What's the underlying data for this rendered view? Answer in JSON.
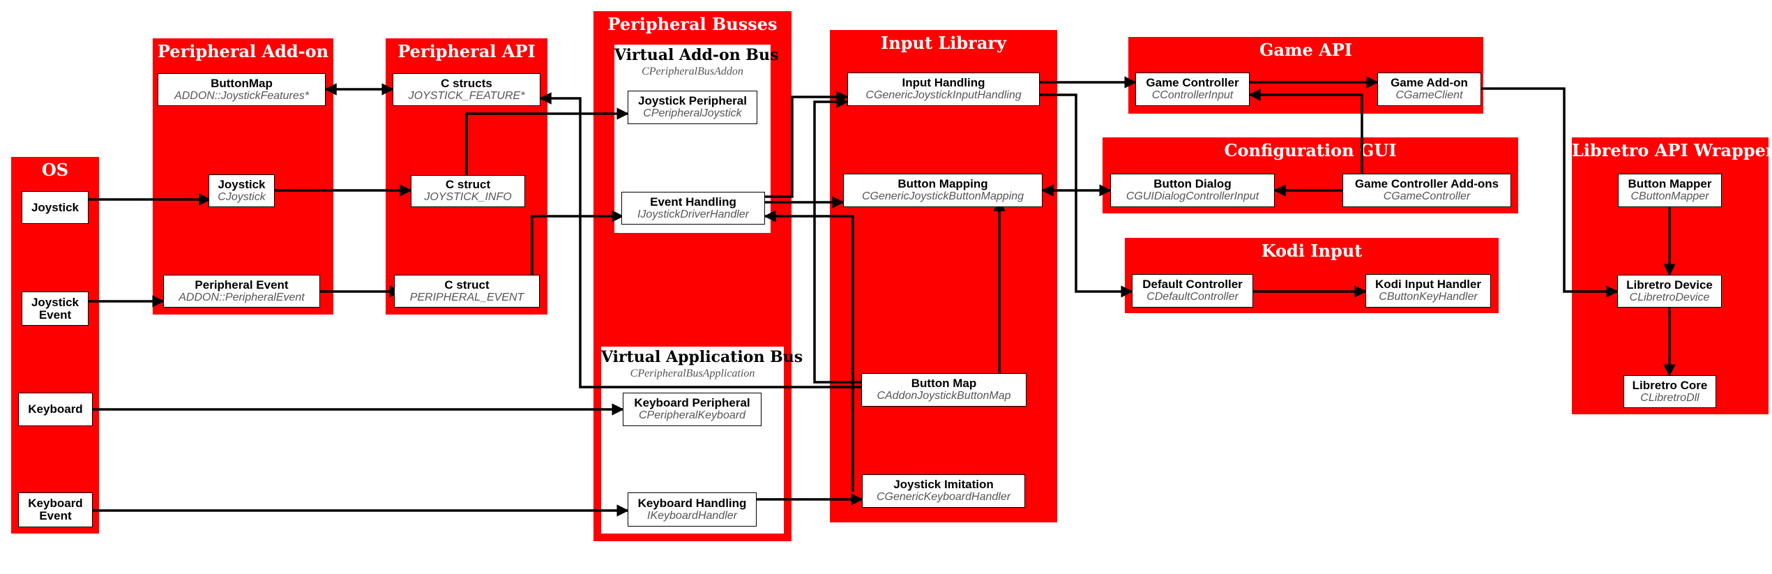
{
  "colors": {
    "cluster": "#ff0000",
    "edge": "#000000",
    "class_text": "#555555"
  },
  "clusters": {
    "os": "OS",
    "addon": "Peripheral Add-on",
    "papi": "Peripheral API",
    "busses": "Peripheral Busses",
    "input": "Input Library",
    "gameapi": "Game API",
    "config": "Configuration GUI",
    "kodi": "Kodi Input",
    "libretro": "Libretro API Wrapper"
  },
  "subclusters": {
    "vaddon": {
      "title": "Virtual Add-on Bus",
      "subtitle": "CPeripheralBusAddon"
    },
    "vapp": {
      "title": "Virtual Application Bus",
      "subtitle": "CPeripheralBusApplication"
    }
  },
  "nodes": {
    "os_joystick": {
      "title": "Joystick",
      "cls": ""
    },
    "os_joystick_event": {
      "title": "Joystick\nEvent",
      "cls": ""
    },
    "os_keyboard": {
      "title": "Keyboard",
      "cls": ""
    },
    "os_keyboard_event": {
      "title": "Keyboard\nEvent",
      "cls": ""
    },
    "addon_buttonmap": {
      "title": "ButtonMap",
      "cls": "ADDON::JoystickFeatures*"
    },
    "addon_joystick": {
      "title": "Joystick",
      "cls": "CJoystick"
    },
    "addon_periph_event": {
      "title": "Peripheral Event",
      "cls": "ADDON::PeripheralEvent"
    },
    "papi_cstructs": {
      "title": "C structs",
      "cls": "JOYSTICK_FEATURE*"
    },
    "papi_cstruct_info": {
      "title": "C struct",
      "cls": "JOYSTICK_INFO"
    },
    "papi_cstruct_event": {
      "title": "C struct",
      "cls": "PERIPHERAL_EVENT"
    },
    "bus_joystick_periph": {
      "title": "Joystick Peripheral",
      "cls": "CPeripheralJoystick"
    },
    "bus_event_handling": {
      "title": "Event Handling",
      "cls": "IJoystickDriverHandler"
    },
    "bus_keyboard_periph": {
      "title": "Keyboard Peripheral",
      "cls": "CPeripheralKeyboard"
    },
    "bus_keyboard_handling": {
      "title": "Keyboard Handling",
      "cls": "IKeyboardHandler"
    },
    "in_input_handling": {
      "title": "Input Handling",
      "cls": "CGenericJoystickInputHandling"
    },
    "in_button_mapping": {
      "title": "Button Mapping",
      "cls": "CGenericJoystickButtonMapping"
    },
    "in_button_map": {
      "title": "Button Map",
      "cls": "CAddonJoystickButtonMap"
    },
    "in_joystick_imitation": {
      "title": "Joystick Imitation",
      "cls": "CGenericKeyboardHandler"
    },
    "g_game_controller": {
      "title": "Game Controller",
      "cls": "CControllerInput"
    },
    "g_game_addon": {
      "title": "Game Add-on",
      "cls": "CGameClient"
    },
    "c_button_dialog": {
      "title": "Button Dialog",
      "cls": "CGUIDialogControllerInput"
    },
    "c_gc_addons": {
      "title": "Game Controller Add-ons",
      "cls": "CGameController"
    },
    "k_default_controller": {
      "title": "Default Controller",
      "cls": "CDefaultController"
    },
    "k_kodi_input_handler": {
      "title": "Kodi Input Handler",
      "cls": "CButtonKeyHandler"
    },
    "l_button_mapper": {
      "title": "Button Mapper",
      "cls": "CButtonMapper"
    },
    "l_libretro_device": {
      "title": "Libretro Device",
      "cls": "CLibretroDevice"
    },
    "l_libretro_core": {
      "title": "Libretro Core",
      "cls": "CLibretroDll"
    }
  }
}
